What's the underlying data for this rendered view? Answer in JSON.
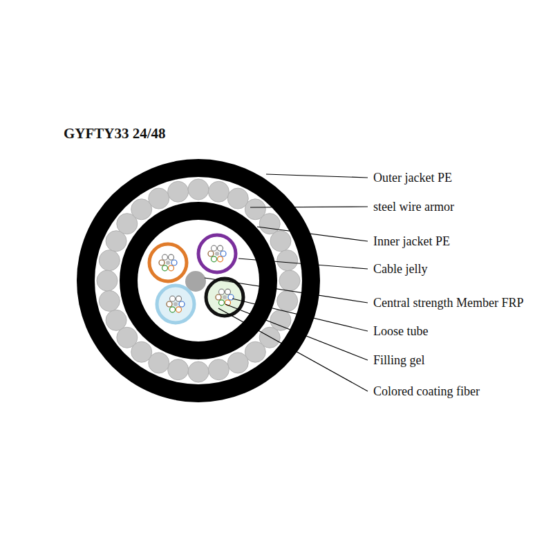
{
  "diagram": {
    "title": "GYFTY33 24/48",
    "labels": [
      "Outer jacket PE",
      "steel wire armor",
      "Inner jacket PE",
      "Cable jelly",
      "Central strength Member FRP",
      "Loose tube",
      "Filling gel",
      "Colored coating fiber"
    ]
  }
}
